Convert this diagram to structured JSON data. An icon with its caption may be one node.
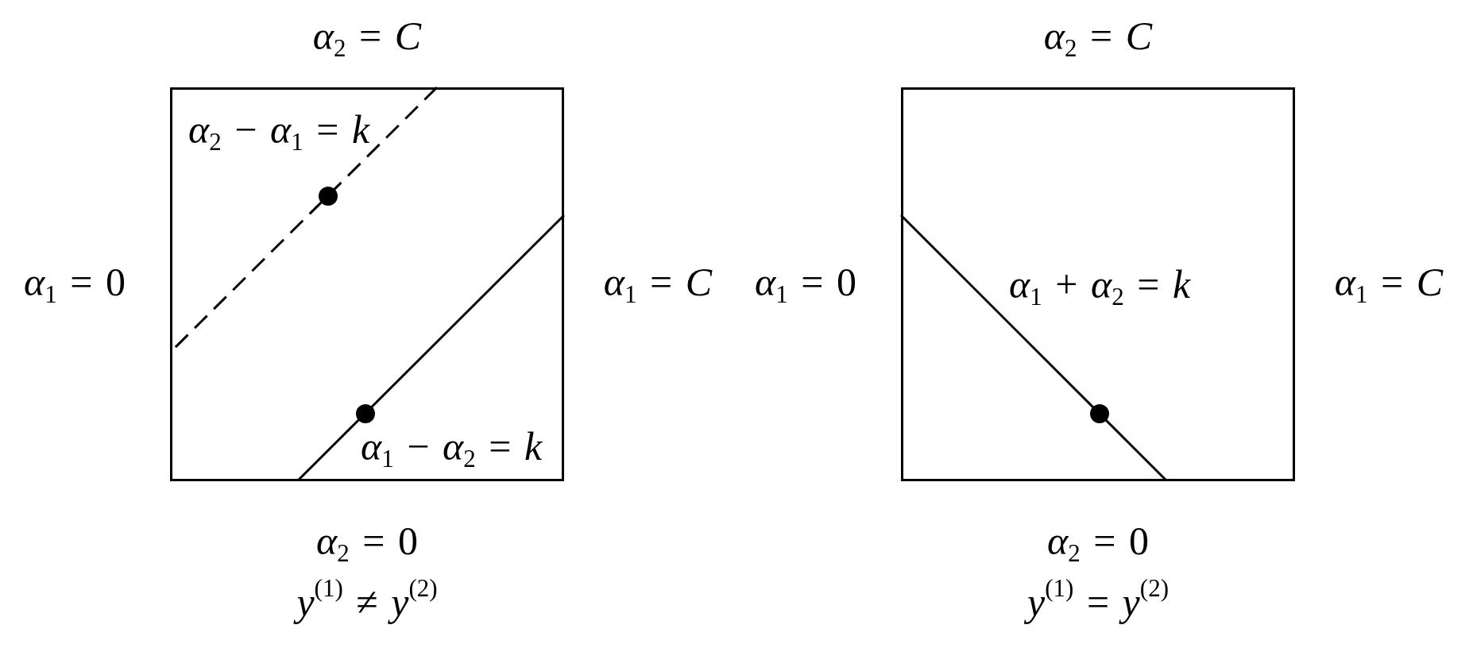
{
  "diagram": {
    "nodes": [
      {
        "text": [
          "*α*$_{2}$ − *α*$_{1}$ = *k*",
          "*α*$_{1}$ − *α*$_{2}$ = *k*"
        ],
        "beside": [
          "*α*$_{2}$ = *C*",
          "*α*$_{1}$ = 0",
          "*α*$_{1}$ = *C*",
          "*α*$_{2}$ = 0",
          "*y*$^{(1)}$ ≠ *y*$^{(2)}$"
        ]
      },
      {
        "text": [
          "*α*$_{1}$ + *α*$_{2}$ = *k*"
        ],
        "beside": [
          "*α*$_{2}$ = *C*",
          "*α*$_{1}$ = 0",
          "*α*$_{1}$ = *C*",
          "*α*$_{2}$ = 0",
          "*y*$^{(1)}$ = *y*$^{(2)}$"
        ]
      }
    ]
  }
}
